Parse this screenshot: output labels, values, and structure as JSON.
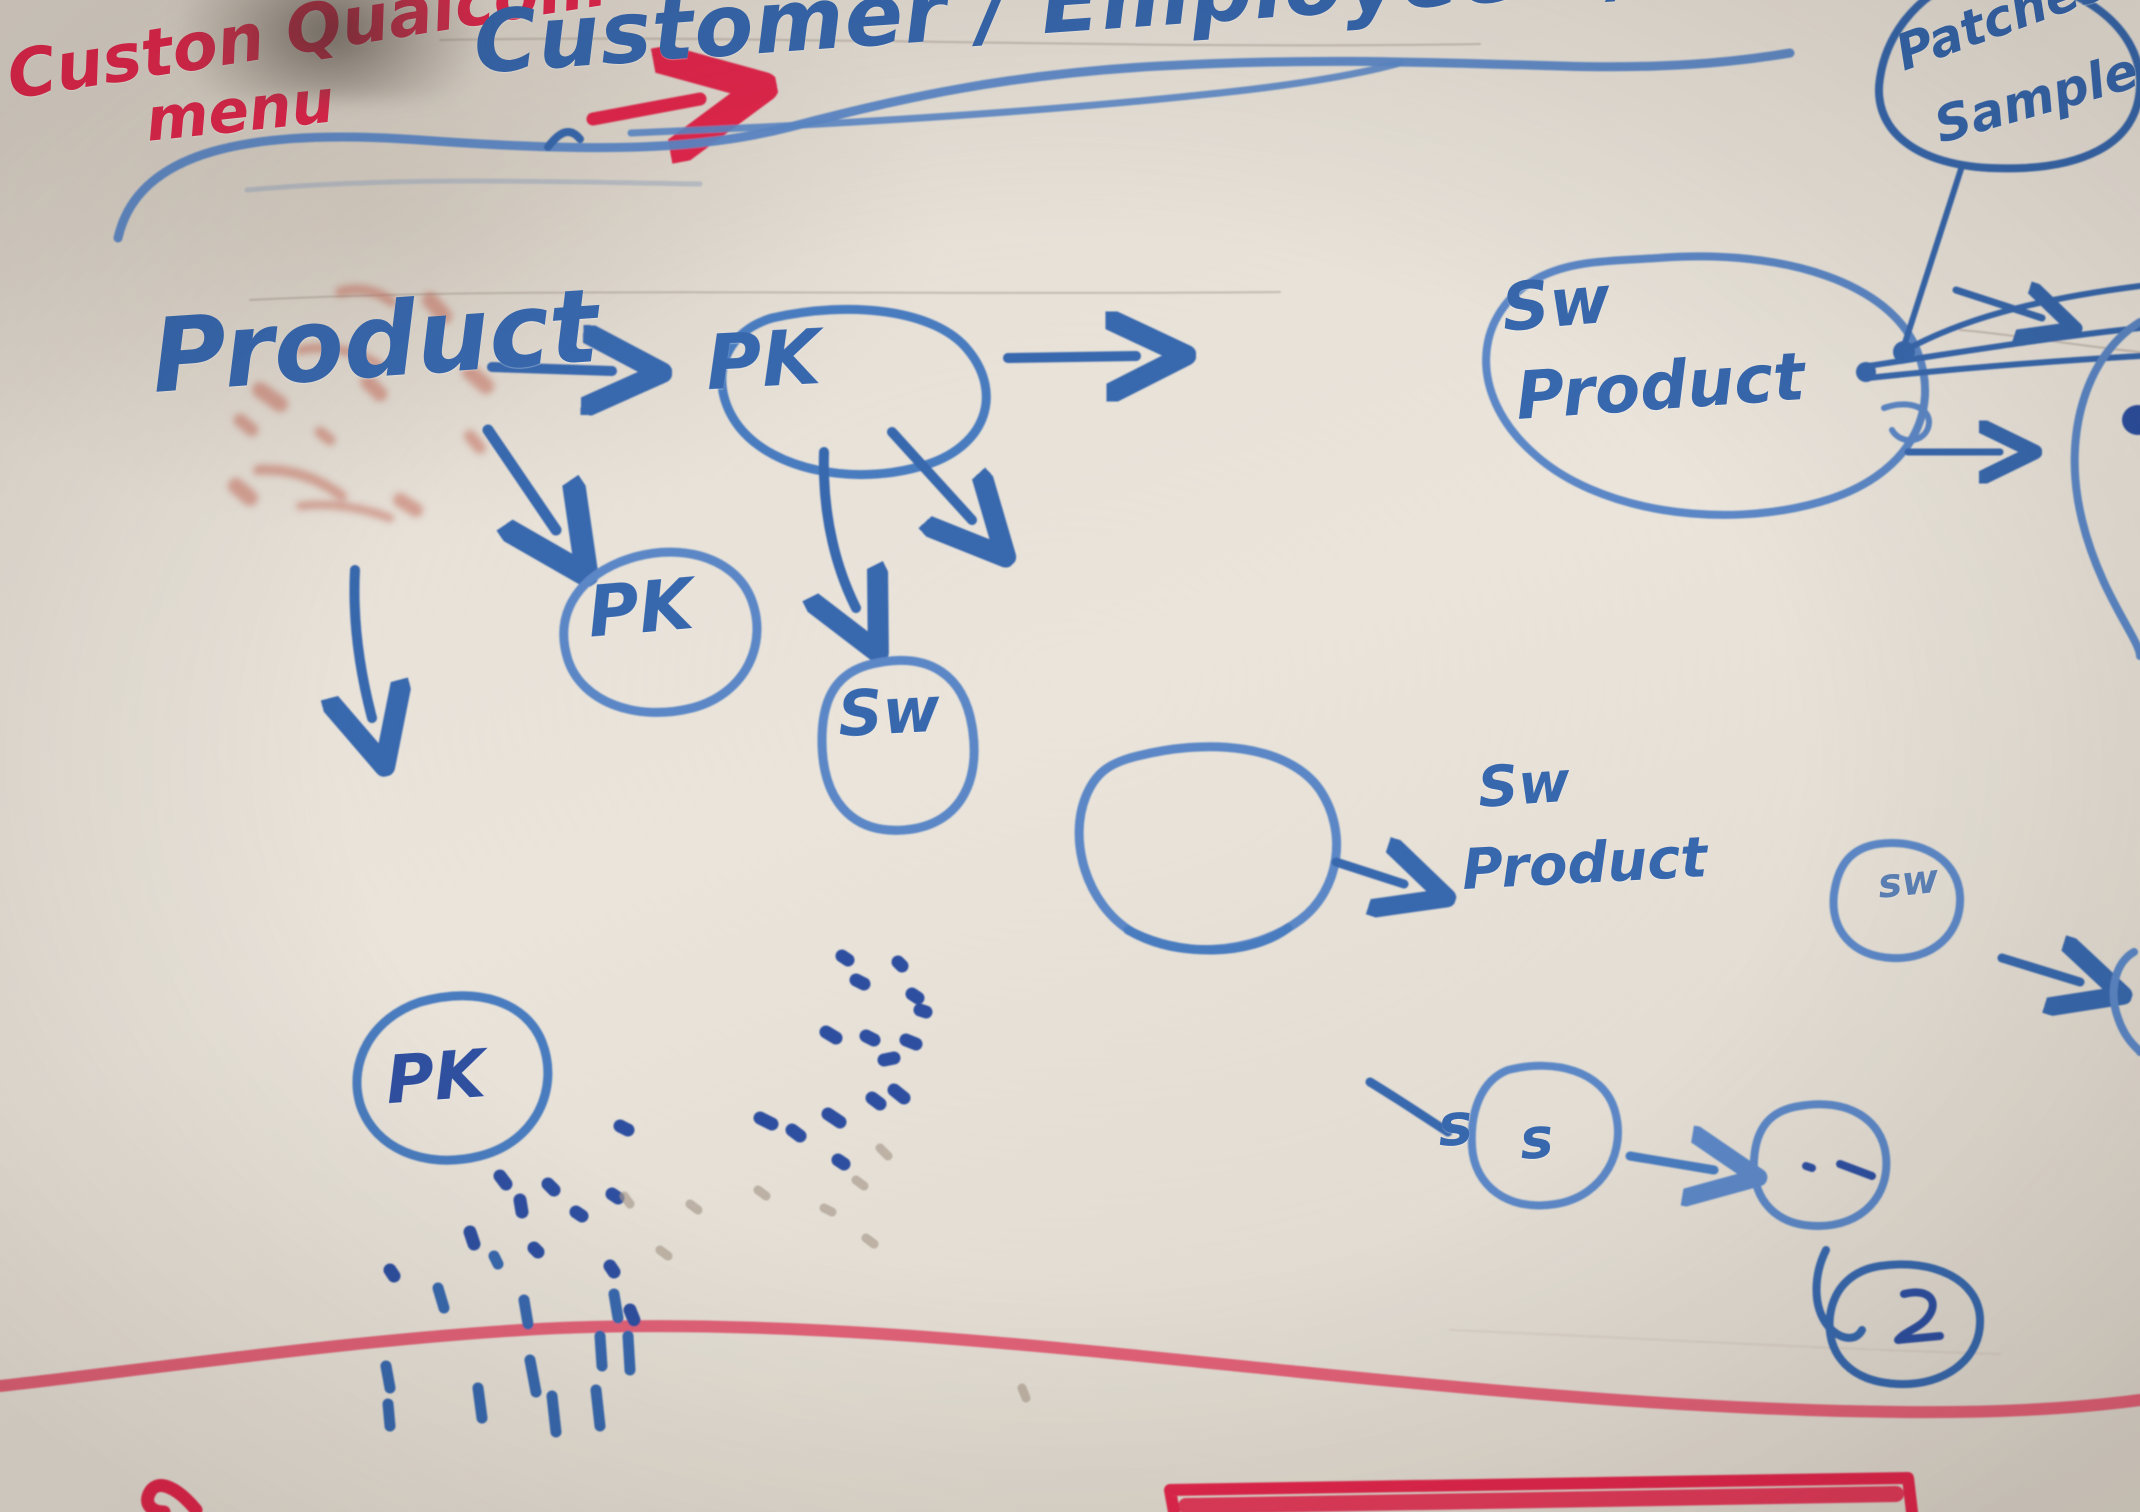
{
  "board": {
    "medium": "whiteboard photo",
    "ink_colors": {
      "blue": "#2f5fa8",
      "blue_light": "#5b87c6",
      "red": "#e0274c"
    },
    "surface_color": "#e6e0d7"
  },
  "annotations": {
    "red_note": {
      "line1": "Custon Qualcom",
      "line2": "menu",
      "arrow": "arrow-right"
    },
    "title": "Customer / Employee #/",
    "top_right_bubble": {
      "line1": "Patches",
      "line2": "Sample"
    }
  },
  "nodes": {
    "product": {
      "label": "Product",
      "shape": "text"
    },
    "pk_top": {
      "label": "PK",
      "shape": "circle"
    },
    "sw_product_top": {
      "line1": "Sw",
      "line2": "Product",
      "shape": "oval"
    },
    "pk_mid": {
      "label": "PK",
      "shape": "circle"
    },
    "pk_bottom": {
      "label": "PK",
      "shape": "circle"
    },
    "sw_circle": {
      "label": "Sw",
      "shape": "circle"
    },
    "sw_product_mid": {
      "line1": "Sw",
      "line2": "Product",
      "shape": "blob"
    },
    "sw_small": {
      "label": "sw",
      "shape": "circle"
    },
    "s_circle": {
      "label": "s",
      "shape": "circle",
      "lead_in": "s"
    },
    "dots_circle": {
      "label": "· –",
      "shape": "circle"
    },
    "scribble_circle": {
      "label": "↺",
      "shape": "circle"
    },
    "edge_circle": {
      "label": "",
      "shape": "circle-cut"
    }
  },
  "edges": [
    {
      "from": "product",
      "to": "pk_top",
      "type": "arrow-right"
    },
    {
      "from": "pk_top",
      "to": "sw_product_top",
      "type": "arrow-right"
    },
    {
      "from": "product",
      "to": "pk_mid",
      "type": "arrow-down-right"
    },
    {
      "from": "product",
      "to": "pk_bottom",
      "type": "arrow-down"
    },
    {
      "from": "pk_top",
      "to": "sw_circle",
      "type": "arrow-down"
    },
    {
      "from": "pk_top",
      "to": "sw_product_mid",
      "type": "arrow-down-right"
    },
    {
      "from": "sw_product_mid",
      "to": "sw_small",
      "type": "arrow-right"
    },
    {
      "from": "sw_small",
      "to": "edge_small",
      "type": "arrow-right"
    },
    {
      "from": "sw_circle",
      "to": "s_circle",
      "type": "arrow-right"
    },
    {
      "from": "s_circle",
      "to": "dots_circle",
      "type": "arrow-right"
    },
    {
      "from": "sw_product_top",
      "to": "top_right_bubble",
      "type": "line"
    },
    {
      "from": "sw_product_top",
      "to": "edge_circle",
      "type": "line-fan"
    }
  ],
  "marks": {
    "red_divider": "horizontal red line near bottom",
    "red_box": "red rectangle outline bottom right",
    "red_letter": "S",
    "blue_speckles": "scattered blue marker dots",
    "red_smudge": "faint erased red marks behind Product"
  }
}
